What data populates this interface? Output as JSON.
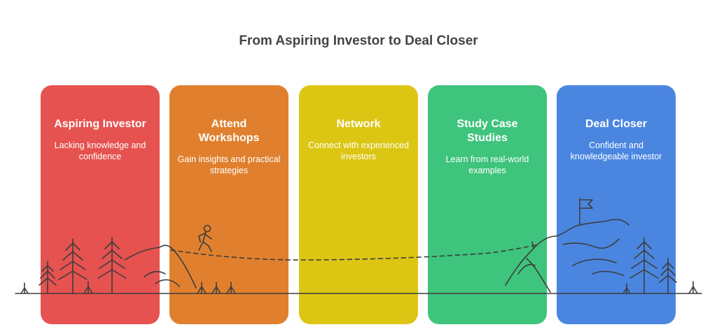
{
  "title": "From Aspiring Investor to Deal Closer",
  "stages": [
    {
      "title": "Aspiring Investor",
      "description": "Lacking knowledge and confidence",
      "color": "#e5524f"
    },
    {
      "title": "Attend Workshops",
      "description": "Gain insights and practical strategies",
      "color": "#e0802e"
    },
    {
      "title": "Network",
      "description": "Connect with experienced investors",
      "color": "#dcc613"
    },
    {
      "title": "Study Case Studies",
      "description": "Learn from real-world examples",
      "color": "#3ec47c"
    },
    {
      "title": "Deal Closer",
      "description": "Confident and knowledgeable investor",
      "color": "#4a86e0"
    }
  ],
  "icons": [
    "tree-icon",
    "hiker-icon",
    "flag-icon",
    "mountain-icon",
    "grass-icon"
  ]
}
